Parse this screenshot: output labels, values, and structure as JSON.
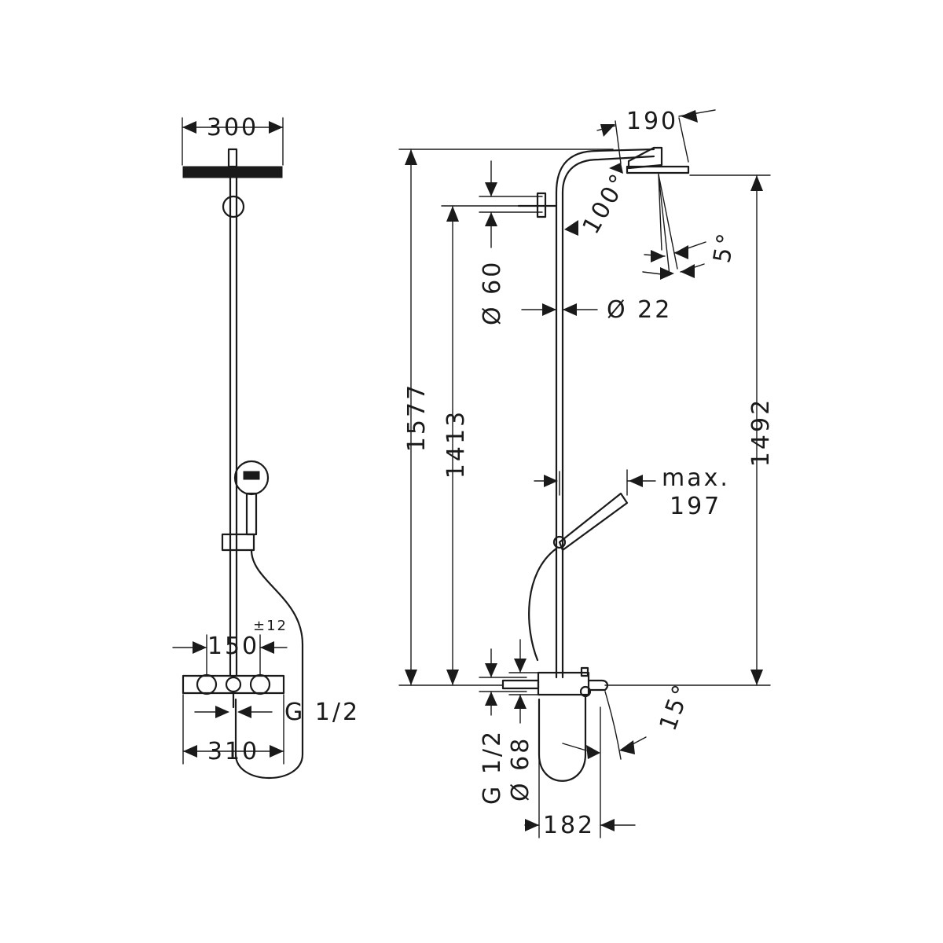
{
  "front_view": {
    "head_width": "300",
    "valve_spacing": "150",
    "valve_tolerance": "±12",
    "connection_thread": "G 1/2",
    "mixer_width": "310"
  },
  "side_view": {
    "head_depth": "190",
    "head_angle": "100°",
    "spray_angle": "5°",
    "shower_arm_diameter": "Ø 60",
    "riser_diameter": "Ø 22",
    "overall_height": "1577",
    "riser_height": "1413",
    "head_height": "1492",
    "hand_shower_label": "max.",
    "hand_shower_value": "197",
    "spout_angle": "15°",
    "inlet_thread": "G 1/2",
    "inlet_diameter": "Ø 68",
    "wall_projection": "182"
  }
}
